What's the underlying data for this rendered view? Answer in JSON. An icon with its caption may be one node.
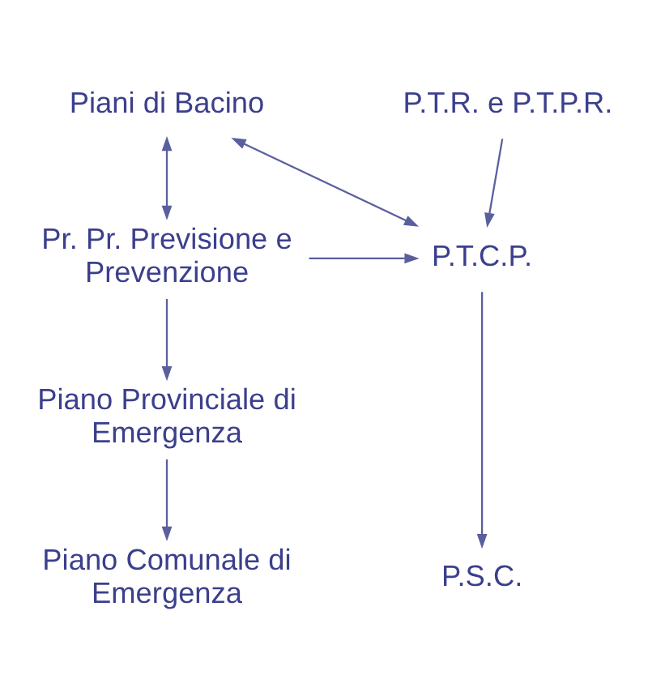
{
  "diagram": {
    "nodes": [
      {
        "text": [
          "Piani di Bacino"
        ]
      },
      {
        "text": [
          "P.T.R. e P.T.P.R."
        ]
      },
      {
        "text": [
          "Pr. Pr. Previsione e Prevenzione"
        ]
      },
      {
        "text": [
          "P.T.C.P."
        ]
      },
      {
        "text": [
          "Piano Provinciale di Emergenza"
        ]
      },
      {
        "text": [
          "Piano Comunale di Emergenza"
        ]
      },
      {
        "text": [
          "P.S.C."
        ]
      }
    ],
    "edges": [
      {
        "from": 0,
        "to": 2,
        "arrow": "both"
      },
      {
        "from": 3,
        "to": 0,
        "arrow": "both"
      },
      {
        "from": 1,
        "to": 3,
        "arrow": "to"
      },
      {
        "from": 2,
        "to": 3,
        "arrow": "to"
      },
      {
        "from": 2,
        "to": 4,
        "arrow": "to"
      },
      {
        "from": 4,
        "to": 5,
        "arrow": "to"
      },
      {
        "from": 3,
        "to": 6,
        "arrow": "to"
      }
    ]
  }
}
